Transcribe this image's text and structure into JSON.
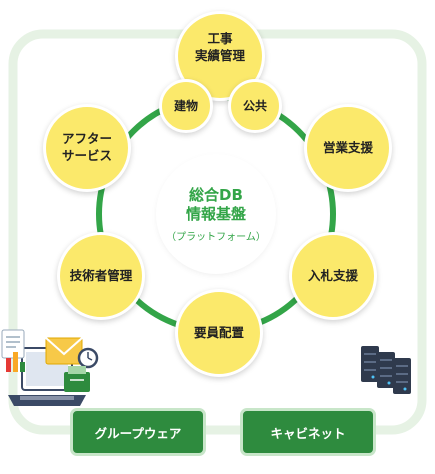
{
  "center": {
    "line1": "総合DB",
    "line2": "情報基盤",
    "line3": "（プラットフォーム）"
  },
  "nodes": {
    "koji": "工事\n実績管理",
    "kenbutsu": "建物",
    "kokyo": "公共",
    "eigyo": "営業支援",
    "nyusatsu": "入札支援",
    "yoin": "要員配置",
    "gijutsusha": "技術者管理",
    "after": "アフター\nサービス"
  },
  "buttons": {
    "groupware": "グループウェア",
    "cabinet": "キャビネット"
  },
  "colors": {
    "ring": "#33a548",
    "node": "#fbe96b",
    "frame": "#e6f2e4",
    "button": "#2e8b3e"
  },
  "icons": [
    "laptop-icon",
    "mail-icon",
    "clock-icon",
    "chart-icon",
    "server-rack-icon"
  ]
}
